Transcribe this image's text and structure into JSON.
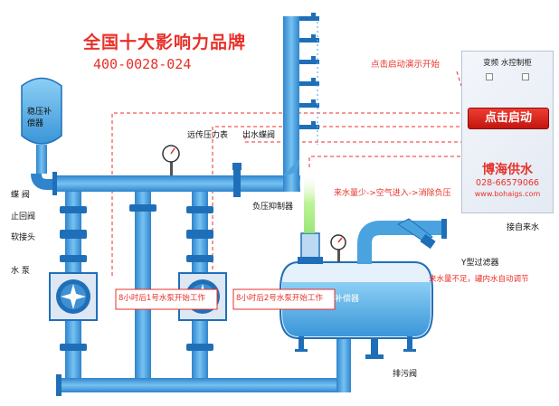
{
  "header": {
    "brand": "全国十大影响力品牌",
    "hotline": "400-0028-024"
  },
  "labels": {
    "pressure_tank": "稳压补\n偿器",
    "remote_gauge": "远传压力表",
    "outlet_valve": "出水蝶阀",
    "butterfly_valve": "蝶  阀",
    "check_valve": "止回阀",
    "soft_joint": "软接头",
    "pump": "水  泵",
    "suppressor": "负压抑制器",
    "compensator": "补偿器",
    "y_filter": "Y型过滤器",
    "supply": "接自来水",
    "drain": "排污阀",
    "demo_hint": "点击启动演示开始",
    "air_flow": "来水量少->空气进入->消除负压",
    "auto_adjust": "来水量不足，罐内水自动调节",
    "pump1_note": "8小时后1号水泵开始工作",
    "pump2_note": "8小时后2号水泵开始工作"
  },
  "panel": {
    "title": "变频    水控制柜",
    "start_label": "点击启动",
    "brand": "博海供水",
    "phone": "028-66579066",
    "website": "www.bohaigs.com"
  },
  "colors": {
    "pipe": "#4aa3de",
    "pipe_dark": "#1f6fb8",
    "water": "#59b5ee",
    "accent_red": "#e8312a"
  }
}
